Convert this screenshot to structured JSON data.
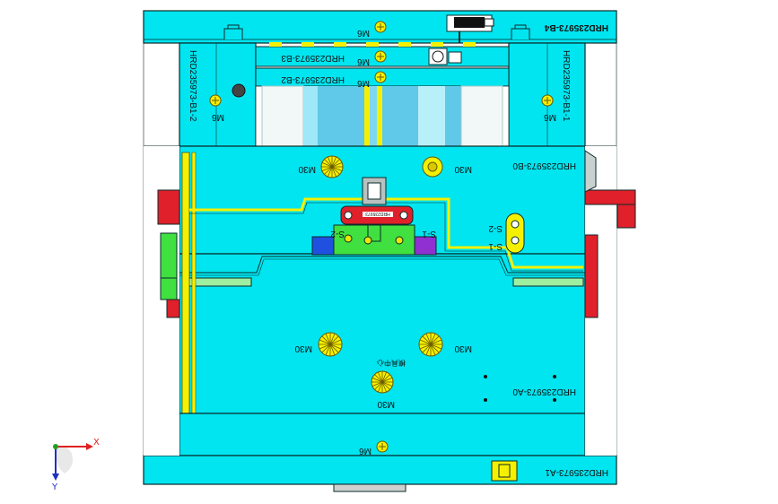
{
  "labels": {
    "plate_b4": "HRD235973-B4",
    "plate_b3": "HRD235973-B3",
    "plate_b2": "HRD235973-B2",
    "plate_b1_1": "HRD235973-B1-1",
    "plate_b1_2": "HRD235973-B1-2",
    "plate_b0": "HRD235973-B0",
    "plate_a0": "HRD235973-A0",
    "plate_a1": "HRD235973-A1",
    "screw_m6": "M6",
    "screw_m30": "M30",
    "slider_s1": "S-1",
    "slider_s2": "S-2",
    "center_note": "模具中心",
    "bar_label": "HRD235973"
  },
  "axes": {
    "x": "X",
    "y": "Y",
    "x_color": "#e02020",
    "y_color": "#2030c0",
    "origin_color": "#20a020"
  },
  "colors": {
    "plate": "#00e5f0",
    "outline": "#0a2a2a",
    "yellow": "#f5f000",
    "red": "#e0202a",
    "green": "#40e040",
    "blue": "#2050e0",
    "purple": "#9030d0",
    "rod": "#60c8e8"
  }
}
